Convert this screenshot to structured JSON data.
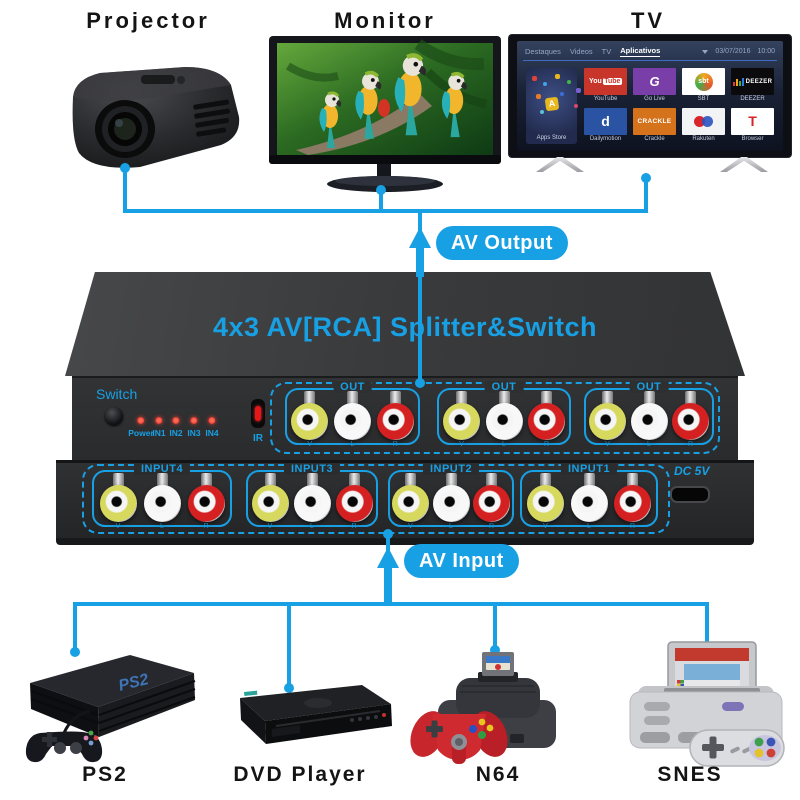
{
  "colors": {
    "accent": "#18a0e4"
  },
  "output_section": {
    "flow_label": "AV Output",
    "devices": [
      {
        "label": "Projector"
      },
      {
        "label": "Monitor"
      },
      {
        "label": "TV"
      }
    ]
  },
  "input_section": {
    "flow_label": "AV Input",
    "devices": [
      {
        "label": "PS2",
        "logo": "PS2"
      },
      {
        "label": "DVD Player"
      },
      {
        "label": "N64"
      },
      {
        "label": "SNES"
      }
    ]
  },
  "splitter": {
    "title": "4x3 AV[RCA] Splitter&Switch",
    "switch_label": "Switch",
    "led_labels": [
      "Power",
      "IN1",
      "IN2",
      "IN3",
      "IN4"
    ],
    "ir_label": "IR",
    "out_groups": [
      {
        "label": "OUT"
      },
      {
        "label": "OUT"
      },
      {
        "label": "OUT"
      }
    ],
    "input_groups": [
      {
        "label": "INPUT4"
      },
      {
        "label": "INPUT3"
      },
      {
        "label": "INPUT2"
      },
      {
        "label": "INPUT1"
      }
    ],
    "dc_label": "DC 5V",
    "jack_labels": [
      "V",
      "L",
      "R"
    ],
    "jack_colors": {
      "video": "#d6d95e",
      "audio_l": "#f8f8f8",
      "audio_r": "#d42020"
    }
  },
  "tv_screen": {
    "menu": [
      "Destaques",
      "Videos",
      "TV",
      "Aplicativos"
    ],
    "active_menu": "Aplicativos",
    "date": "03/07/2016",
    "time": "10:00",
    "store_label": "Apps Store",
    "store_glyph": "A",
    "apps": [
      {
        "name": "YouTube",
        "tile_primary": "You",
        "tile_secondary": "Tube"
      },
      {
        "name": "Go Live",
        "tile_text": "G"
      },
      {
        "name": "SBT",
        "tile_text": "sbt"
      },
      {
        "name": "DEEZER",
        "tile_text": "DEEZER"
      },
      {
        "name": "Dailymotion",
        "tile_text": "d"
      },
      {
        "name": "Crackle",
        "tile_text": "CRACKLE"
      },
      {
        "name": "Rakuten"
      },
      {
        "name": "Browser",
        "tile_text": "T"
      }
    ]
  }
}
